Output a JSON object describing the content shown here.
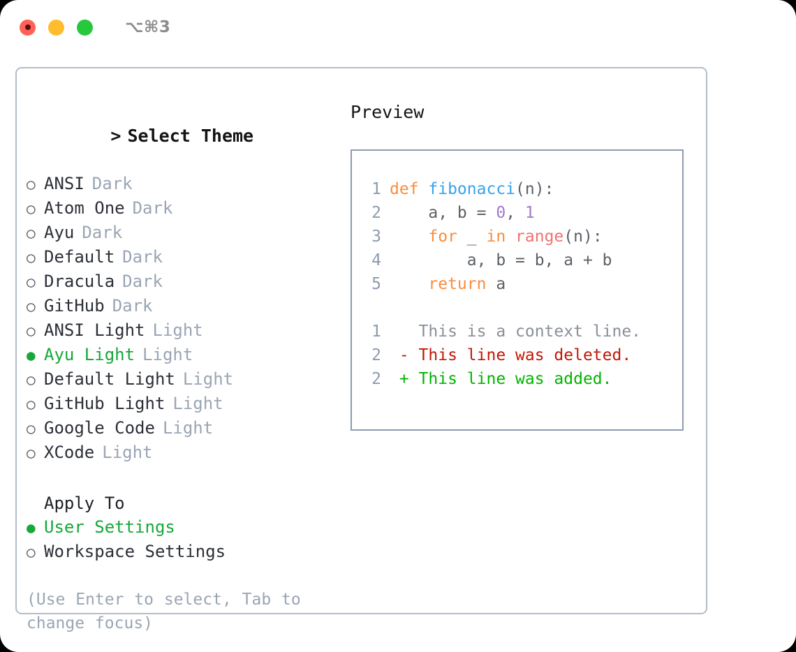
{
  "titlebar": {
    "shortcut": "⌥⌘3",
    "lights": [
      {
        "name": "close",
        "color": "#ff6158"
      },
      {
        "name": "minimize",
        "color": "#ffbd2e"
      },
      {
        "name": "maximize",
        "color": "#28c83c"
      }
    ]
  },
  "theme_list": {
    "header": "Select Theme",
    "caret": ">",
    "bullet_selected": "●",
    "bullet_unselected": "○",
    "items": [
      {
        "label": "ANSI",
        "tag": "Dark",
        "selected": false
      },
      {
        "label": "Atom One",
        "tag": "Dark",
        "selected": false
      },
      {
        "label": "Ayu",
        "tag": "Dark",
        "selected": false
      },
      {
        "label": "Default",
        "tag": "Dark",
        "selected": false
      },
      {
        "label": "Dracula",
        "tag": "Dark",
        "selected": false
      },
      {
        "label": "GitHub",
        "tag": "Dark",
        "selected": false
      },
      {
        "label": "ANSI Light",
        "tag": "Light",
        "selected": false
      },
      {
        "label": "Ayu Light",
        "tag": "Light",
        "selected": true
      },
      {
        "label": "Default Light",
        "tag": "Light",
        "selected": false
      },
      {
        "label": "GitHub Light",
        "tag": "Light",
        "selected": false
      },
      {
        "label": "Google Code",
        "tag": "Light",
        "selected": false
      },
      {
        "label": "XCode",
        "tag": "Light",
        "selected": false
      }
    ]
  },
  "apply_to": {
    "title": "Apply To",
    "items": [
      {
        "label": "User Settings",
        "selected": true
      },
      {
        "label": "Workspace Settings",
        "selected": false
      }
    ]
  },
  "hint": "(Use Enter to select, Tab to change focus)",
  "preview": {
    "title": "Preview",
    "code_lines": [
      {
        "number": "1",
        "tokens": [
          {
            "text": "def ",
            "style": "kw"
          },
          {
            "text": "fibonacci",
            "style": "fn"
          },
          {
            "text": "(n):",
            "style": "pl"
          }
        ]
      },
      {
        "number": "2",
        "tokens": [
          {
            "text": "    a, b = ",
            "style": "pl"
          },
          {
            "text": "0",
            "style": "num"
          },
          {
            "text": ", ",
            "style": "pl"
          },
          {
            "text": "1",
            "style": "num"
          }
        ]
      },
      {
        "number": "3",
        "tokens": [
          {
            "text": "    ",
            "style": "pl"
          },
          {
            "text": "for",
            "style": "kw"
          },
          {
            "text": " _ ",
            "style": "pl"
          },
          {
            "text": "in",
            "style": "kw"
          },
          {
            "text": " ",
            "style": "pl"
          },
          {
            "text": "range",
            "style": "bi"
          },
          {
            "text": "(n):",
            "style": "pl"
          }
        ]
      },
      {
        "number": "4",
        "tokens": [
          {
            "text": "        a, b = b, a + b",
            "style": "pl"
          }
        ]
      },
      {
        "number": "5",
        "tokens": [
          {
            "text": "    ",
            "style": "pl"
          },
          {
            "text": "return",
            "style": "kw"
          },
          {
            "text": " a",
            "style": "pl"
          }
        ]
      }
    ],
    "diff_lines": [
      {
        "number": "1",
        "marker": " ",
        "text": "This is a context line.",
        "kind": "context"
      },
      {
        "number": "2",
        "marker": "-",
        "text": "This line was deleted.",
        "kind": "deleted"
      },
      {
        "number": "2",
        "marker": "+",
        "text": "This line was added.",
        "kind": "added"
      }
    ]
  },
  "colors": {
    "accent_green": "#16a838",
    "muted": "#9aa5b4",
    "border": "#b4bcc9",
    "preview_border": "#8d9bb0",
    "keyword": "#fa8d3e",
    "function": "#36a3e8",
    "number": "#a37acc",
    "builtin": "#f07171",
    "diff_deleted": "#c21807",
    "diff_added": "#00b400"
  }
}
